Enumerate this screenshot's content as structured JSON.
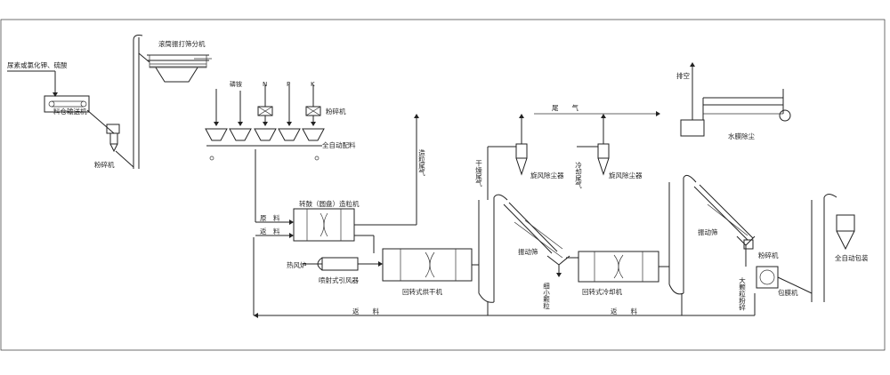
{
  "labels": {
    "raw_materials": "尿素或氯化钾、硫酸",
    "bin_conveyor": "料仓输送机",
    "crusher": "粉碎机",
    "drum_screen": "滚筒振打筛分机",
    "ammonium_phosphate": "磷铵",
    "n": "N",
    "p": "P",
    "k": "K",
    "crusher2": "粉碎机",
    "auto_batching": "全自动配料",
    "granulator": "转鼓（圆盘）造粒机",
    "raw_material_in": "原　料",
    "return_in": "返　料",
    "hot_furnace": "热风炉",
    "jet_induced_draft": "喷射式引风器",
    "rotary_dryer": "回转式烘干机",
    "granulation_tail_gas": "造粒尾气",
    "drying_tail_gas": "干燥尾气",
    "tail_gas": "尾　　气",
    "cyclone1": "旋风除尘器",
    "cooling_tail_gas": "冷却尾气",
    "cyclone2": "旋风除尘器",
    "vent": "排空",
    "water_dust": "水膜除尘",
    "vib_screen1": "振动筛",
    "fine_big_particles": "细小颗粒",
    "rotary_cooler": "回转式冷却机",
    "vib_screen2": "振动筛",
    "large_particle_crush": "大颗粒粉碎",
    "crusher3": "粉碎机",
    "coating": "包膜机",
    "auto_packing": "全自动包装",
    "return_bottom": "返　　料",
    "return_bottom2": "返　　料"
  },
  "colors": {
    "line": "#222222",
    "background": "#ffffff"
  }
}
